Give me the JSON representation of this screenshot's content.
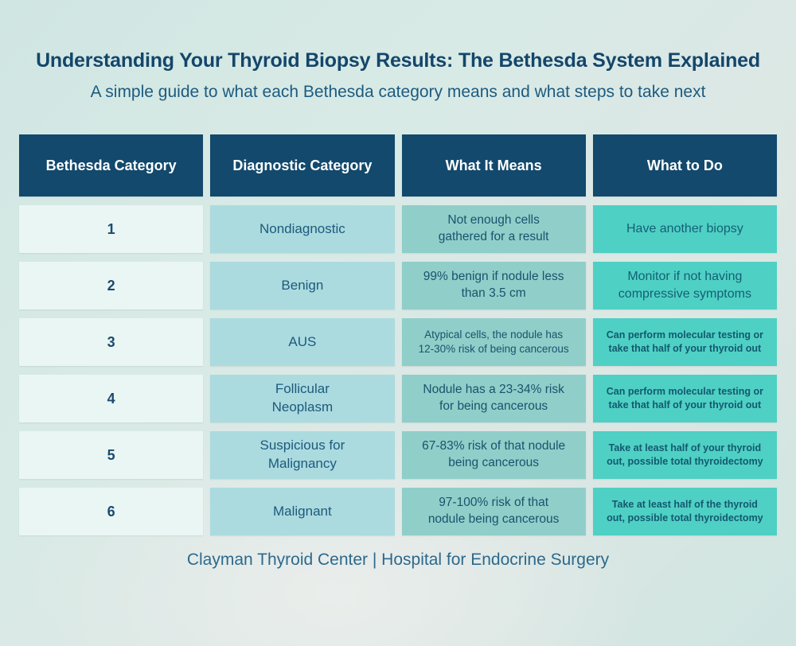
{
  "page": {
    "title": "Understanding Your Thyroid Biopsy Results: The Bethesda System Explained",
    "subtitle": "A simple guide to what each Bethesda category means and what steps to take next",
    "footer": "Clayman Thyroid Center | Hospital for Endocrine Surgery"
  },
  "colors": {
    "header_bg": "#12496d",
    "header_text": "#ffffff",
    "category_bg": "#eaf6f4",
    "diagnostic_bg": "#abdbdf",
    "meaning_bg": "#90cec9",
    "action_bg": "#4fd0c4",
    "heading_text": "#14466b",
    "subtitle_text": "#1d5b80",
    "footer_text": "#2d698c"
  },
  "table": {
    "headers": [
      "Bethesda Category",
      "Diagnostic Category",
      "What It Means",
      "What to Do"
    ],
    "rows": [
      {
        "category": "1",
        "diagnostic": "Nondiagnostic",
        "meaning": "Not enough cells\ngathered for a result",
        "action": "Have another biopsy"
      },
      {
        "category": "2",
        "diagnostic": "Benign",
        "meaning": "99% benign if nodule less\nthan 3.5 cm",
        "action": "Monitor if not having\ncompressive symptoms"
      },
      {
        "category": "3",
        "diagnostic": "AUS",
        "meaning": "Atypical cells, the nodule has\n12-30% risk of being cancerous",
        "action": "Can perform molecular testing or\ntake that half of your thyroid out"
      },
      {
        "category": "4",
        "diagnostic": "Follicular\nNeoplasm",
        "meaning": "Nodule has a 23-34% risk\nfor being cancerous",
        "action": "Can perform molecular testing or\ntake that half of your thyroid out"
      },
      {
        "category": "5",
        "diagnostic": "Suspicious for\nMalignancy",
        "meaning": "67-83% risk of that nodule\nbeing cancerous",
        "action": "Take at least half of your thyroid\nout, possible total thyroidectomy"
      },
      {
        "category": "6",
        "diagnostic": "Malignant",
        "meaning": "97-100% risk of that\nnodule being cancerous",
        "action": "Take at least half of the thyroid\nout, possible total thyroidectomy"
      }
    ]
  }
}
